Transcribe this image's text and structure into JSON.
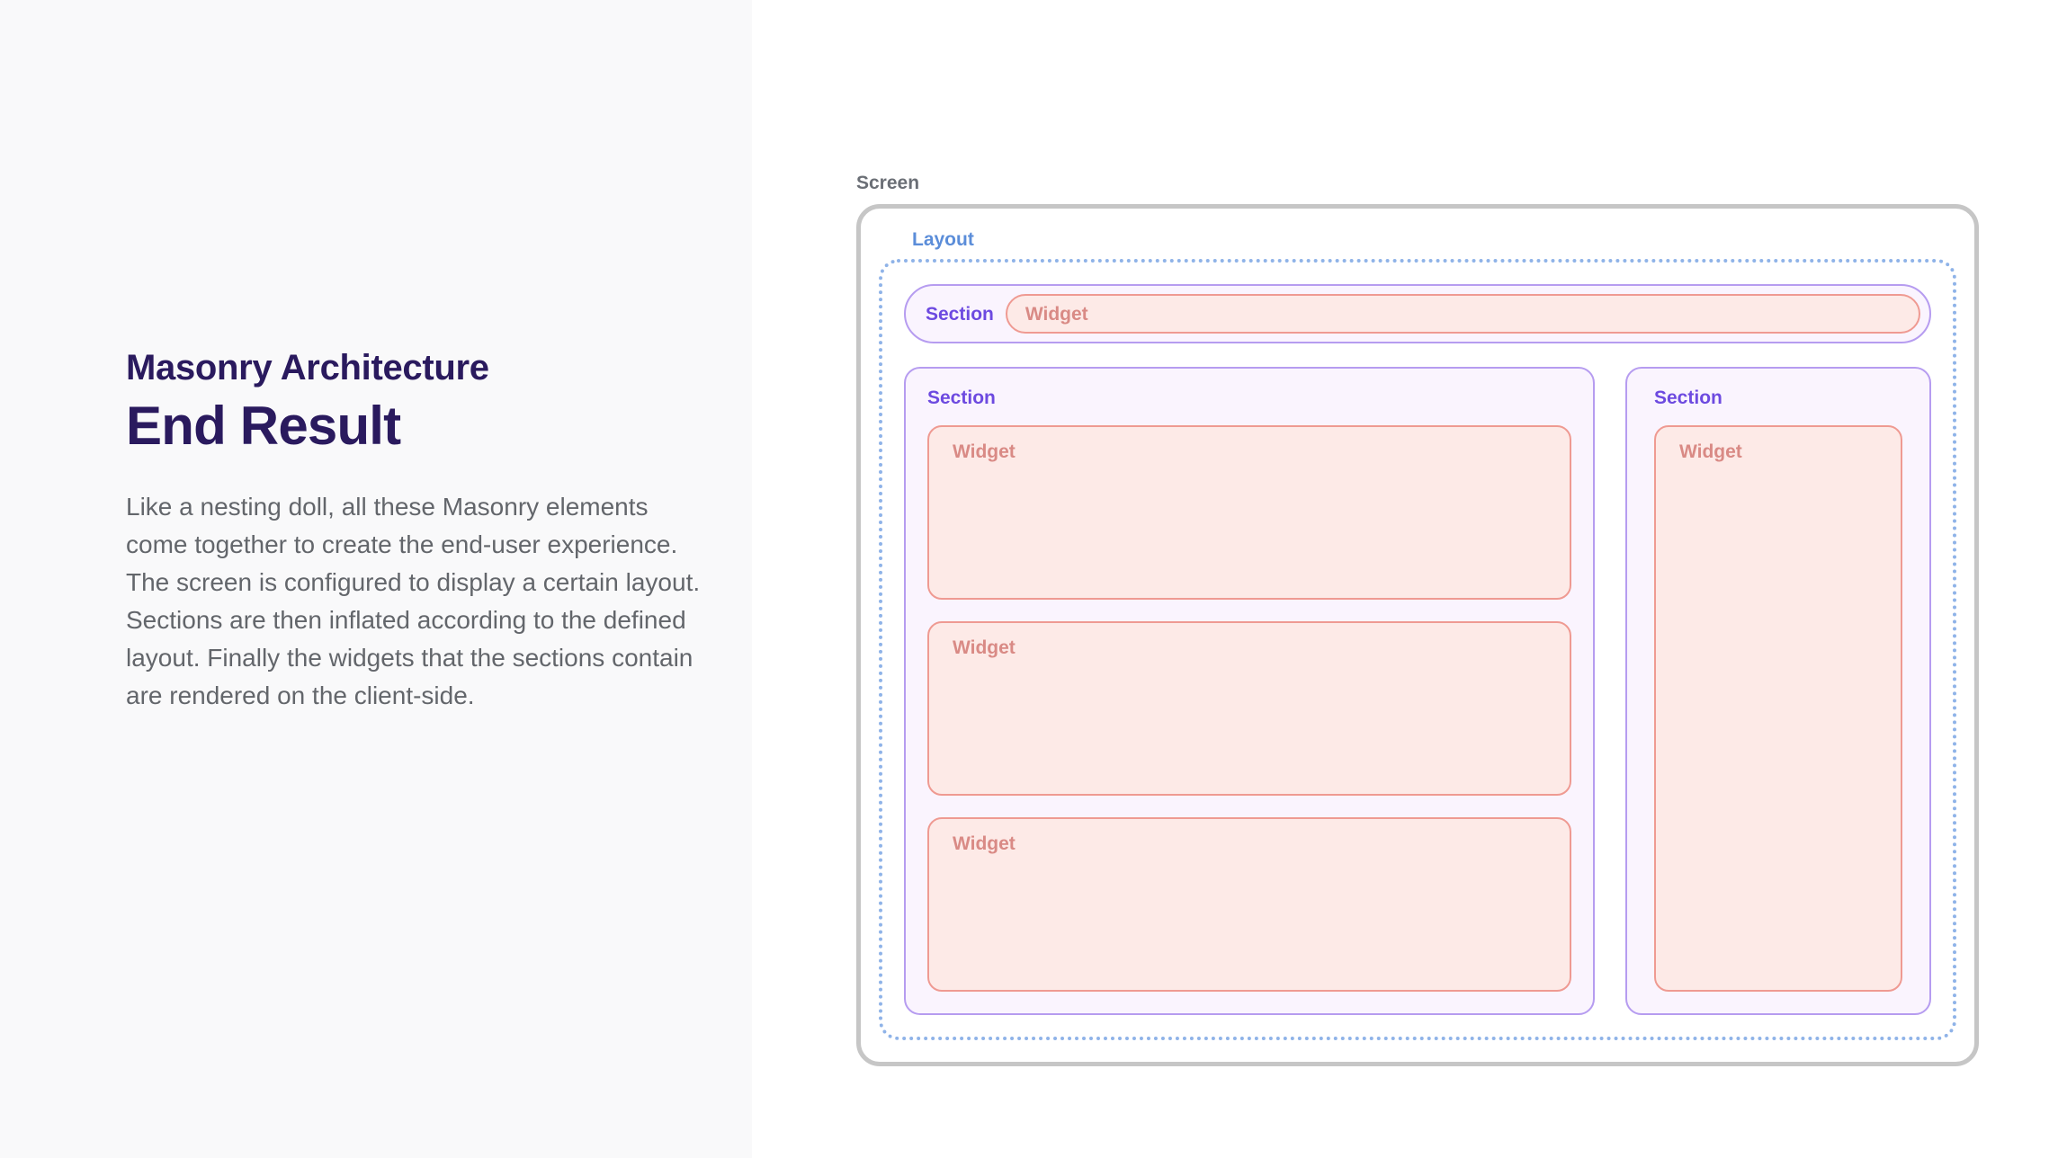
{
  "left": {
    "eyebrow": "Masonry Architecture",
    "title": "End Result",
    "body": "Like a nesting doll, all these Masonry elements come together to create the end-user experience.\nThe screen is configured to display a certain layout. Sections are then inflated according to the defined layout. Finally the widgets that the sections contain are rendered on the client-side."
  },
  "diagram": {
    "screen_label": "Screen",
    "layout_label": "Layout",
    "top_row": {
      "section_label": "Section",
      "widget_label": "Widget"
    },
    "columns": [
      {
        "section_label": "Section",
        "widgets": [
          {
            "label": "Widget"
          },
          {
            "label": "Widget"
          },
          {
            "label": "Widget"
          }
        ]
      },
      {
        "section_label": "Section",
        "widgets": [
          {
            "label": "Widget"
          }
        ]
      }
    ]
  },
  "colors": {
    "page_bg": "#ffffff",
    "left_panel_bg": "#f9f9fa",
    "heading": "#2a1a5e",
    "body_text": "#63666b",
    "screen_border": "#c6c6c6",
    "screen_label": "#6b6f76",
    "layout_border": "#8fb3e8",
    "layout_label": "#5b8dd9",
    "section_border": "#b69cf0",
    "section_bg": "#faf4fe",
    "section_label": "#6d4ae0",
    "widget_border": "#ef9a92",
    "widget_bg": "#fdeae7",
    "widget_label": "#d98a85"
  }
}
